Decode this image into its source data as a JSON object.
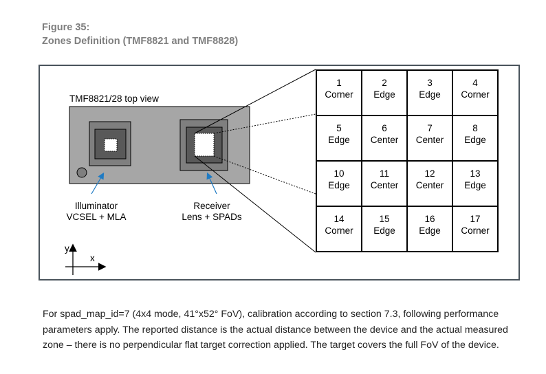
{
  "figure": {
    "number_label": "Figure 35:",
    "title": "Zones Definition (TMF8821 and TMF8828)"
  },
  "diagram": {
    "device_label": "TMF8821/28 top view",
    "illuminator": {
      "line1": "Illuminator",
      "line2": "VCSEL + MLA"
    },
    "receiver": {
      "line1": "Receiver",
      "line2": "Lens + SPADs"
    },
    "axes": {
      "x": "x",
      "y": "y"
    },
    "colors": {
      "package": "#a6a6a6",
      "lens_outer": "#7f7f7f",
      "lens_inner": "#595959",
      "arrow": "#1f7bc4",
      "frame": "#4a545c"
    }
  },
  "zones": [
    {
      "id": "1",
      "type": "Corner"
    },
    {
      "id": "2",
      "type": "Edge"
    },
    {
      "id": "3",
      "type": "Edge"
    },
    {
      "id": "4",
      "type": "Corner"
    },
    {
      "id": "5",
      "type": "Edge"
    },
    {
      "id": "6",
      "type": "Center"
    },
    {
      "id": "7",
      "type": "Center"
    },
    {
      "id": "8",
      "type": "Edge"
    },
    {
      "id": "10",
      "type": "Edge"
    },
    {
      "id": "11",
      "type": "Center"
    },
    {
      "id": "12",
      "type": "Center"
    },
    {
      "id": "13",
      "type": "Edge"
    },
    {
      "id": "14",
      "type": "Corner"
    },
    {
      "id": "15",
      "type": "Edge"
    },
    {
      "id": "16",
      "type": "Edge"
    },
    {
      "id": "17",
      "type": "Corner"
    }
  ],
  "paragraph": "For spad_map_id=7 (4x4 mode, 41°x52° FoV), calibration according to section 7.3, following performance parameters apply. The reported distance is the actual distance between the device and the actual measured zone – there is no perpendicular flat target correction applied. The target covers the full FoV of the device."
}
